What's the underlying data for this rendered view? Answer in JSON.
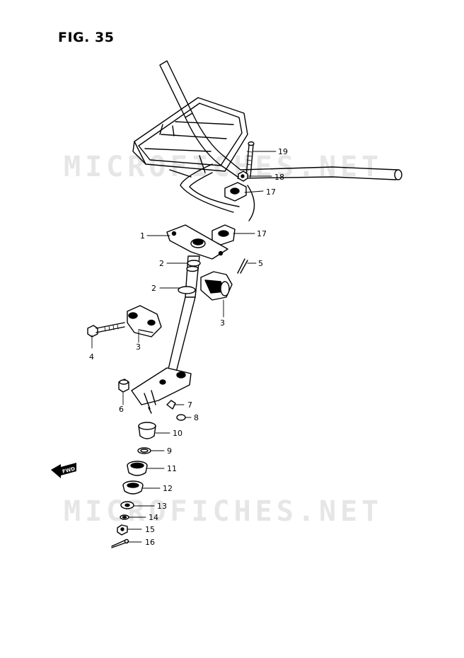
{
  "figure": {
    "title": "FIG. 35",
    "watermark": "MICROFICHES.NET",
    "fwd_label": "FWD"
  },
  "callouts": [
    {
      "id": "c19",
      "label": "19"
    },
    {
      "id": "c18",
      "label": "18"
    },
    {
      "id": "c17a",
      "label": "17"
    },
    {
      "id": "c17b",
      "label": "17"
    },
    {
      "id": "c1",
      "label": "1"
    },
    {
      "id": "c2a",
      "label": "2"
    },
    {
      "id": "c5",
      "label": "5"
    },
    {
      "id": "c2b",
      "label": "2"
    },
    {
      "id": "c3a",
      "label": "3"
    },
    {
      "id": "c4",
      "label": "4"
    },
    {
      "id": "c3b",
      "label": "3"
    },
    {
      "id": "c6",
      "label": "6"
    },
    {
      "id": "c7",
      "label": "7"
    },
    {
      "id": "c8",
      "label": "8"
    },
    {
      "id": "c10",
      "label": "10"
    },
    {
      "id": "c9",
      "label": "9"
    },
    {
      "id": "c11",
      "label": "11"
    },
    {
      "id": "c12",
      "label": "12"
    },
    {
      "id": "c13",
      "label": "13"
    },
    {
      "id": "c14",
      "label": "14"
    },
    {
      "id": "c15",
      "label": "15"
    },
    {
      "id": "c16",
      "label": "16"
    }
  ]
}
